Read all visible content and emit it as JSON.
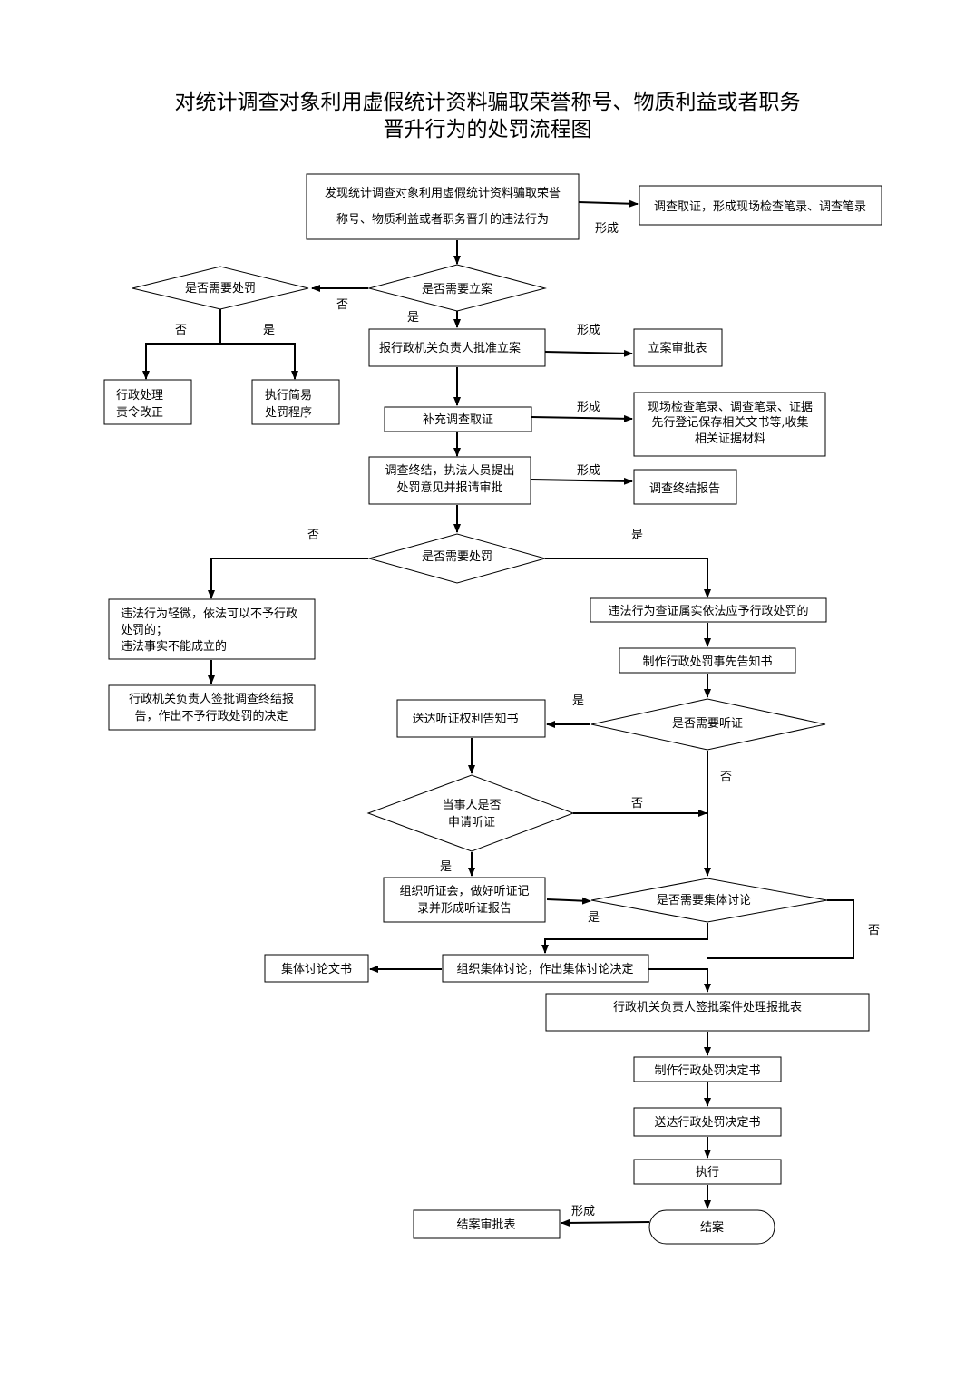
{
  "title": {
    "line1": "对统计调查对象利用虚假统计资料骗取荣誉称号、物质利益或者职务",
    "line2": "晋升行为的处罚流程图"
  },
  "nodes": {
    "discover_l1": "发现统计调查对象利用虚假统计资料骗取荣誉",
    "discover_l2": "称号、物质利益或者职务晋升的违法行为",
    "survey_record": "调查取证，形成现场检查笔录、调查笔录",
    "need_filing": "是否需要立案",
    "need_punish_top": "是否需要处罚",
    "admin_l1": "行政处理",
    "admin_l2": "责令改正",
    "simple_l1": "执行简易",
    "simple_l2": "处罚程序",
    "report_filing": "报行政机关负责人批准立案",
    "filing_form": "立案审批表",
    "supplement": "补充调查取证",
    "evidence_l1": "现场检查笔录、调查笔录、证据",
    "evidence_l2": "先行登记保存相关文书等,收集",
    "evidence_l3": "相关证据材料",
    "conclude_l1": "调查终结，执法人员提出",
    "conclude_l2": "处罚意见并报请审批",
    "conclude_report": "调查终结报告",
    "need_punish_mid": "是否需要处罚",
    "minor_l1": "违法行为轻微，依法可以不予行政",
    "minor_l2": "处罚的；",
    "minor_l3": "违法事实不能成立的",
    "no_punish_l1": "行政机关负责人签批调查终结报",
    "no_punish_l2": "告，作出不予行政处罚的决定",
    "verified": "违法行为查证属实依法应予行政处罚的",
    "notice": "制作行政处罚事先告知书",
    "hearing_notice": "送达听证权利告知书",
    "need_hearing": "是否需要听证",
    "party_apply_l1": "当事人是否",
    "party_apply_l2": "申请听证",
    "hold_hearing_l1": "组织听证会，做好听证记",
    "hold_hearing_l2": "录并形成听证报告",
    "need_collective": "是否需要集体讨论",
    "collective_doc": "集体讨论文书",
    "collective": "组织集体讨论，作出集体讨论决定",
    "sign_case": "行政机关负责人签批案件处理报批表",
    "make_decision": "制作行政处罚决定书",
    "deliver_decision": "送达行政处罚决定书",
    "execute": "执行",
    "close_case": "结案",
    "close_form": "结案审批表"
  },
  "labels": {
    "form": "形成",
    "yes": "是",
    "no": "否"
  }
}
